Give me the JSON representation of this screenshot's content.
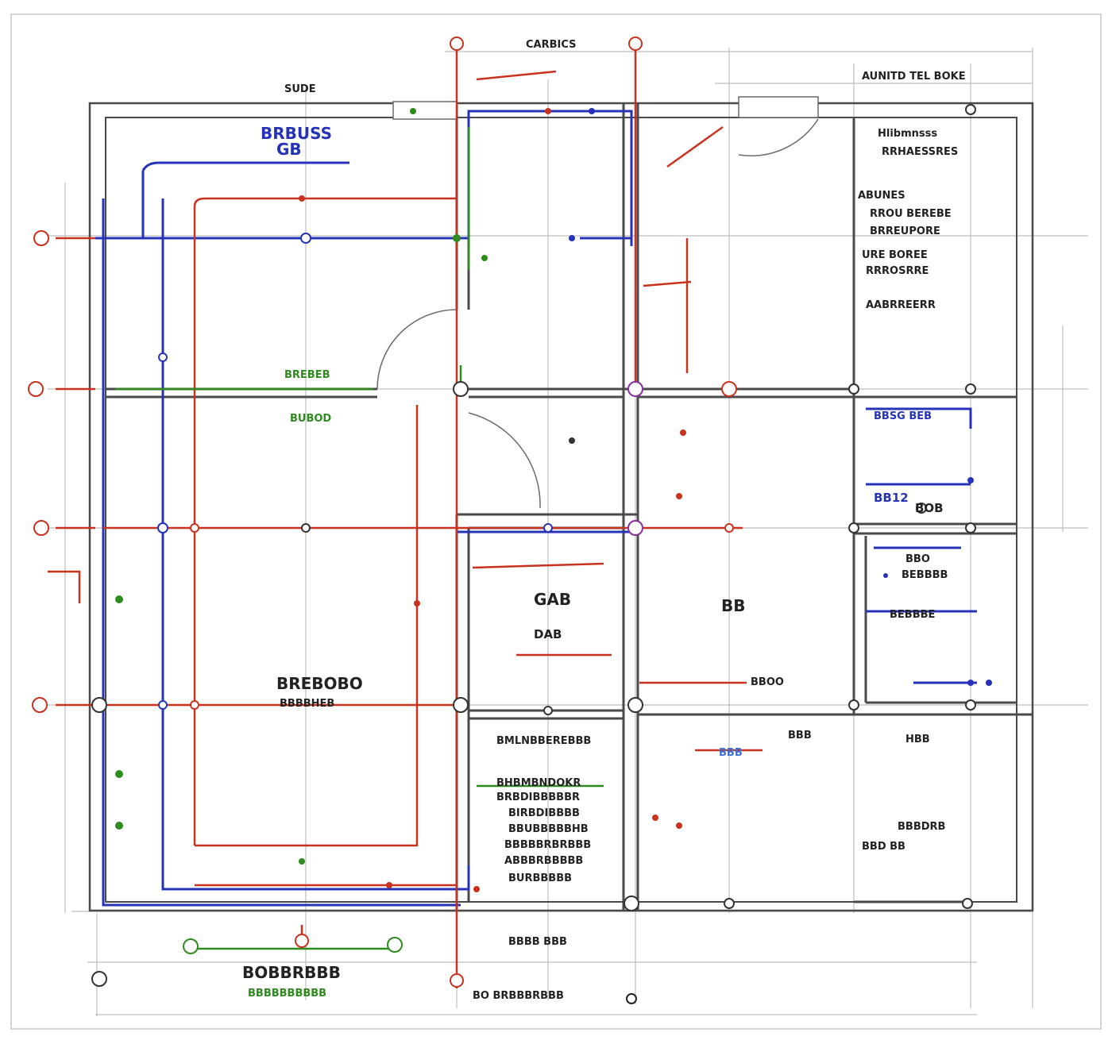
{
  "colors": {
    "wall": "#4a4a4a",
    "grid": "#bdbdbd",
    "blue_pipe": "#2633b8",
    "red_pipe": "#c8321e",
    "green_pipe": "#2e8b1e",
    "light_blue": "#3b6fd0"
  },
  "labels": {
    "top_center": "CARBICS",
    "top_right": "AUNITD TEL BOKE",
    "top_left_tag": "SUDE",
    "room_topleft": "BRBUSS",
    "room_topleft_sub": "GB",
    "legend_right_title": "Hlibmnsss",
    "legend_right_lines": [
      "RRHAESSRES",
      "ABUNES",
      "RROU BEREBE",
      "BRREUPORE",
      "URE BOREE",
      "RRROSRRE",
      "AABRREERR"
    ],
    "mid_tag_1": "BREBEB",
    "mid_tag_2": "BUBOD",
    "room_large": "BREBOBO",
    "room_large_sub": "BBBBHEB",
    "room_center": "GAB",
    "room_center_sub": "DAB",
    "room_mid_right": "BB",
    "ru_block_1": "BBSG BEB",
    "ru_block_2": "BB12",
    "ru_block_3": "BOB",
    "lower_right_1": "BBO",
    "lower_right_2": "BEBBBB",
    "lower_right_3": "BEBBBE",
    "label_b00": "BBOO",
    "label_bbb": "BBB",
    "label_hbb": "HBB",
    "legend_center_title": "BHBMBNDOKR",
    "legend_center_lines": [
      "BRBDIBBBBBR",
      "BIRBDIBBBB",
      "BBUBBBBBHB",
      "BBBBBRBRBBB",
      "ABBBRBBBBB",
      "BURBBBBB"
    ],
    "legend_center_head": "BMLNBBEREBBB",
    "bottom_green_1": "BOBBRBBB",
    "bottom_green_2": "BBBBBBBBBB",
    "bottom_right_tag": "BBBB BBB",
    "bottom_center": "BO BRBBBRBBB",
    "note_bottom_right": "BBBDRB",
    "note_bottom_right_2": "BBD BB",
    "dim_small": "BBB"
  }
}
